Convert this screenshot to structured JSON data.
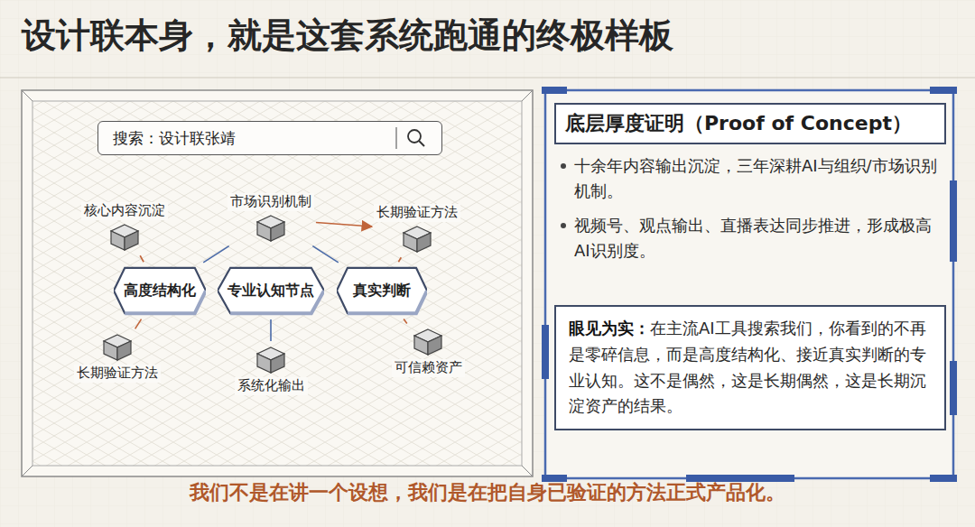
{
  "diagram": {
    "title": "设计联本身，就是这套系统跑通的终极样板",
    "caption": "我们不是在讲一个设想，我们是在把自身已验证的方法正式产品化。",
    "nodes": [
      {
        "text": [
          "搜索：设计联张靖"
        ]
      },
      {
        "text": [
          "核心内容沉淀"
        ]
      },
      {
        "text": [
          "市场识别机制"
        ]
      },
      {
        "text": [
          "长期验证方法"
        ]
      },
      {
        "text": [
          "高度结构化"
        ]
      },
      {
        "text": [
          "专业认知节点"
        ]
      },
      {
        "text": [
          "真实判断"
        ]
      },
      {
        "text": [
          "长期验证方法"
        ]
      },
      {
        "text": [
          "系统化输出"
        ]
      },
      {
        "text": [
          "可信赖资产"
        ]
      },
      {
        "text": [
          "底层厚度证明（Proof of Concept）",
          "十余年内容输出沉淀，三年深耕AI与组织/市场识别机制。",
          "视频号、观点输出、直播表达同步推进，形成极高AI识别度。"
        ]
      },
      {
        "text": [
          "眼见为实：",
          "在主流AI工具搜索我们，你看到的不再是零碎信息，而是高度结构化、接近真实判断的专业认知。这不是偶然，这是长期偶然，这是长期沉淀资产的结果。"
        ]
      }
    ],
    "edges": [
      {
        "from": 1,
        "to": 4,
        "arrow": "none"
      },
      {
        "from": 2,
        "to": 4,
        "arrow": "none"
      },
      {
        "from": 2,
        "to": 6,
        "arrow": "none"
      },
      {
        "from": 2,
        "to": 3,
        "arrow": "to"
      },
      {
        "from": 3,
        "to": 6,
        "arrow": "none"
      },
      {
        "from": 7,
        "to": 4,
        "arrow": "none"
      },
      {
        "from": 8,
        "to": 5,
        "arrow": "none"
      },
      {
        "from": 9,
        "to": 6,
        "arrow": "none"
      }
    ]
  }
}
